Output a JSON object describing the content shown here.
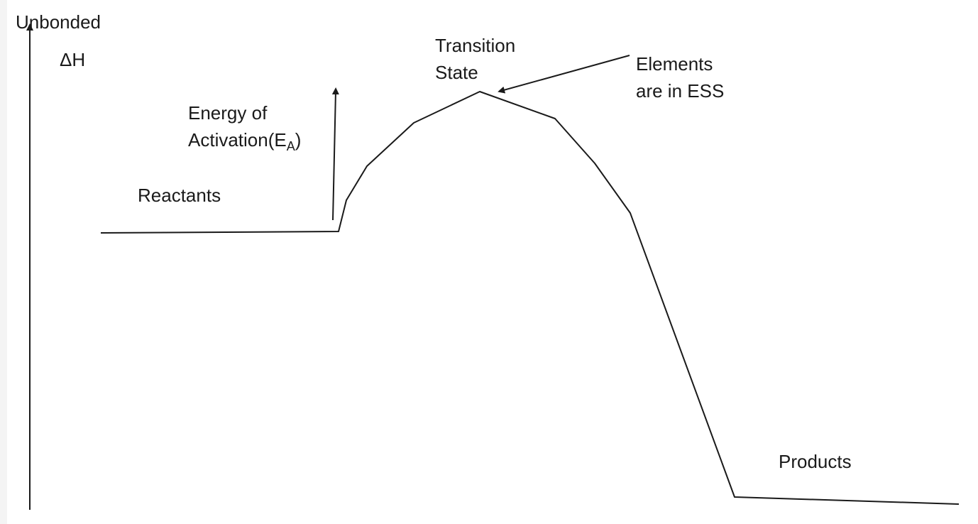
{
  "labels": {
    "y_axis_top": "Unbonded",
    "y_axis_symbol": "ΔH",
    "activation_line1": "Energy of",
    "activation_line2_main": "Activation(E",
    "activation_subscript": "A",
    "activation_close": ")",
    "reactants": "Reactants",
    "transition_line1": "Transition",
    "transition_line2": "State",
    "elements_line1": "Elements",
    "elements_line2": "are in ESS",
    "products": "Products"
  },
  "colors": {
    "line": "#1a1a1a",
    "text": "#1a1a1a",
    "background": "#ffffff"
  }
}
